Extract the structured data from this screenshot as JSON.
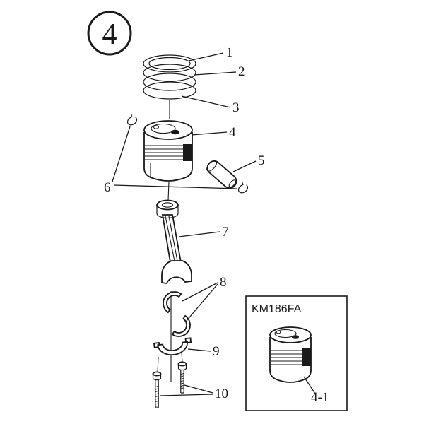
{
  "colors": {
    "ink": "#1a1a1a",
    "paper": "#ffffff"
  },
  "figure": {
    "number": "4",
    "callouts": [
      {
        "label": "1"
      },
      {
        "label": "2"
      },
      {
        "label": "3"
      },
      {
        "label": "4"
      },
      {
        "label": "5"
      },
      {
        "label": "6"
      },
      {
        "label": "7"
      },
      {
        "label": "8"
      },
      {
        "label": "9"
      },
      {
        "label": "10"
      }
    ],
    "inset": {
      "model": "KM186FA",
      "callout": "4-1"
    }
  }
}
